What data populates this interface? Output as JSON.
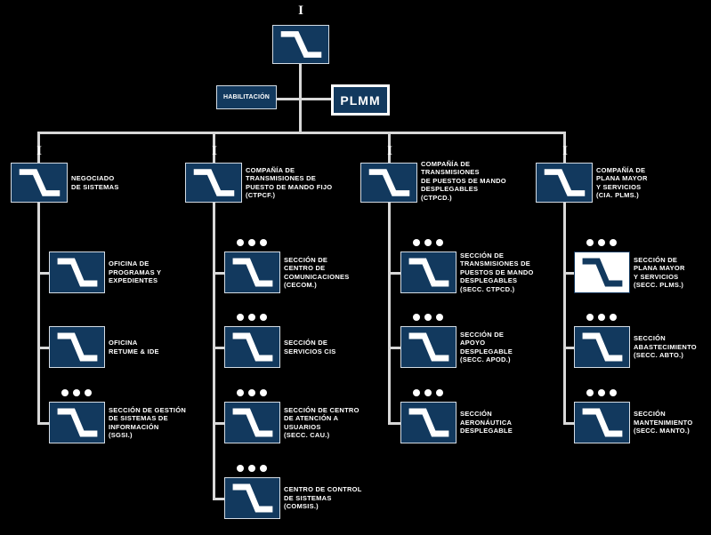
{
  "colors": {
    "background": "#000000",
    "box_fill": "#12395E",
    "box_fill_light_variant": "#FFFFFF",
    "text": "#FFFFFF",
    "connector_line": "#D8D8D8"
  },
  "icons": {
    "unit_symbol": "signals-lightning-zigzag-icon",
    "section_marker": "three-dots",
    "company_marker": "I"
  },
  "root_unit": {
    "size_marker": "I"
  },
  "staff": {
    "habilitacion": "HABILITACIÓN",
    "plmm": "PLMM"
  },
  "branches": [
    {
      "size_marker": "I",
      "label": "NEGOCIADO\nDE SISTEMAS",
      "children": [
        {
          "dots": false,
          "label": "OFICINA DE\nPROGRAMAS Y\nEXPEDIENTES"
        },
        {
          "dots": false,
          "label": "OFICINA\nRETUME & IDE"
        },
        {
          "dots": true,
          "label": "SECCIÓN DE GESTIÓN\nDE SISTEMAS DE\nINFORMACIÓN\n(SGSI.)"
        }
      ]
    },
    {
      "size_marker": "I",
      "label": "COMPAÑÍA DE\nTRANSMISIONES DE\nPUESTO DE MANDO FIJO\n(CTPCF.)",
      "children": [
        {
          "dots": true,
          "label": "SECCIÓN DE\nCENTRO DE\nCOMUNICACIONES\n(CECOM.)"
        },
        {
          "dots": true,
          "label": "SECCIÓN DE\nSERVICIOS CIS"
        },
        {
          "dots": true,
          "label": "SECCIÓN DE CENTRO\nDE ATENCIÓN A\nUSUARIOS\n(SECC. CAU.)"
        },
        {
          "dots": true,
          "label": "CENTRO DE CONTROL\nDE SISTEMAS\n(COMSIS.)"
        }
      ]
    },
    {
      "size_marker": "I",
      "label": "COMPAÑÍA DE\nTRANSMISIONES\nDE PUESTOS DE MANDO\nDESPLEGABLES\n(CTPCD.)",
      "children": [
        {
          "dots": true,
          "label": "SECCIÓN DE\nTRANSMISIONES DE\nPUESTOS DE MANDO\nDESPLEGABLES\n(SECC. CTPCD.)"
        },
        {
          "dots": true,
          "label": "SECCIÓN DE\nAPOYO\nDESPLEGABLE\n(SECC. APOD.)"
        },
        {
          "dots": true,
          "label": "SECCIÓN\nAERONÁUTICA\nDESPLEGABLE"
        }
      ]
    },
    {
      "size_marker": "I",
      "label": "COMPAÑÍA DE\nPLANA MAYOR\nY SERVICIOS\n(CIA. PLMS.)",
      "children": [
        {
          "dots": true,
          "variant": "light",
          "label": "SECCIÓN DE\nPLANA MAYOR\nY SERVICIOS\n(SECC. PLMS.)"
        },
        {
          "dots": true,
          "label": "SECCIÓN\nABASTECIMIENTO\n(SECC. ABTO.)"
        },
        {
          "dots": true,
          "label": "SECCIÓN\nMANTENIMIENTO\n(SECC. MANTO.)"
        }
      ]
    }
  ]
}
